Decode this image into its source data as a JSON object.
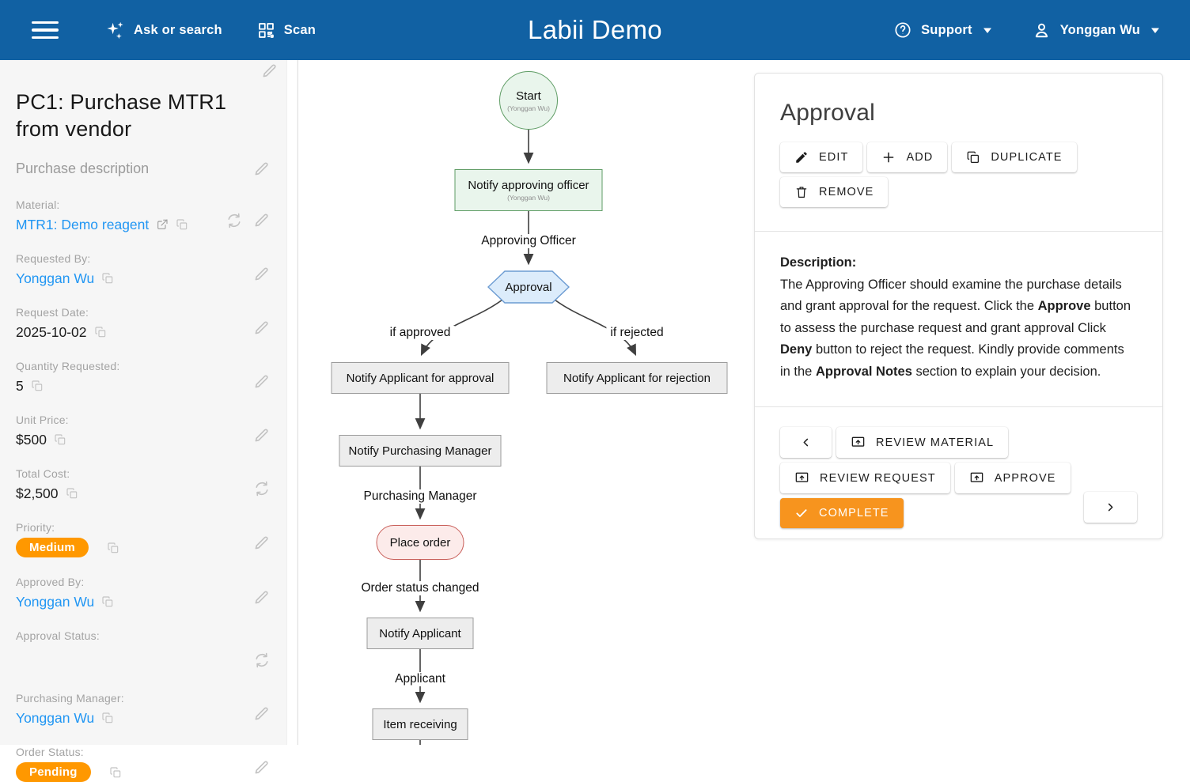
{
  "colors": {
    "header_bg": "#1161a3",
    "link": "#2196f3",
    "badge_orange": "#ff9800",
    "complete_orange": "#f7941e",
    "node_gray_fill": "#ededed",
    "node_gray_border": "#9b9b9b",
    "node_green_fill": "#e9f5ec",
    "node_green_border": "#5e9c64",
    "node_blue_fill": "#dcecfb",
    "node_blue_border": "#6b9bd2",
    "node_pink_fill": "#fcebea",
    "node_pink_border": "#c9605b",
    "edge": "#3f3f3f"
  },
  "header": {
    "title": "Labii Demo",
    "ask_or_search": "Ask or search",
    "scan": "Scan",
    "support": "Support",
    "user": "Yonggan Wu"
  },
  "sidebar": {
    "title": "PC1: Purchase MTR1 from vendor",
    "description_placeholder": "Purchase description",
    "fields": [
      {
        "label": "Material:",
        "value": "MTR1: Demo reagent"
      },
      {
        "label": "Requested By:",
        "value": "Yonggan Wu"
      },
      {
        "label": "Request Date:",
        "value": "2025-10-02"
      },
      {
        "label": "Quantity Requested:",
        "value": "5"
      },
      {
        "label": "Unit Price:",
        "value": "$500"
      },
      {
        "label": "Total Cost:",
        "value": "$2,500"
      },
      {
        "label": "Priority:",
        "value": "Medium"
      },
      {
        "label": "Approved By:",
        "value": "Yonggan Wu"
      },
      {
        "label": "Approval Status:",
        "value": ""
      },
      {
        "label": "Purchasing Manager:",
        "value": "Yonggan Wu"
      },
      {
        "label": "Order Status:",
        "value": "Pending"
      }
    ]
  },
  "workflow": {
    "nodes": [
      {
        "label": "Start",
        "sub": "(Yonggan Wu)",
        "shape": "circle"
      },
      {
        "label": "Notify approving officer",
        "sub": "(Yonggan Wu)",
        "shape": "rect-green"
      },
      {
        "label": "Approval",
        "shape": "hexagon"
      },
      {
        "label": "Notify Applicant for approval",
        "shape": "rect"
      },
      {
        "label": "Notify Applicant for rejection",
        "shape": "rect"
      },
      {
        "label": "Notify Purchasing Manager",
        "shape": "rect"
      },
      {
        "label": "Place order",
        "shape": "stadium"
      },
      {
        "label": "Notify Applicant",
        "shape": "rect"
      },
      {
        "label": "Item receiving",
        "shape": "rect"
      }
    ],
    "edge_labels": [
      "Approving Officer",
      "if approved",
      "if rejected",
      "Purchasing Manager",
      "Order status changed",
      "Applicant"
    ]
  },
  "panel": {
    "title": "Approval",
    "actions": [
      {
        "label": "EDIT"
      },
      {
        "label": "ADD"
      },
      {
        "label": "DUPLICATE"
      },
      {
        "label": "REMOVE"
      }
    ],
    "description_label": "Description:",
    "description_parts": [
      {
        "text": "The Approving Officer should examine the purchase details and grant approval for the request. Click the ",
        "bold": false
      },
      {
        "text": "Approve",
        "bold": true
      },
      {
        "text": " button to assess the purchase request and grant approval Click ",
        "bold": false
      },
      {
        "text": "Deny",
        "bold": true
      },
      {
        "text": " button to reject the request. Kindly provide comments in the ",
        "bold": false
      },
      {
        "text": "Approval Notes",
        "bold": true
      },
      {
        "text": " section to explain your decision.",
        "bold": false
      }
    ],
    "nav": [
      {
        "label": "REVIEW MATERIAL"
      },
      {
        "label": "REVIEW REQUEST"
      },
      {
        "label": "APPROVE"
      },
      {
        "label": "COMPLETE"
      }
    ]
  }
}
